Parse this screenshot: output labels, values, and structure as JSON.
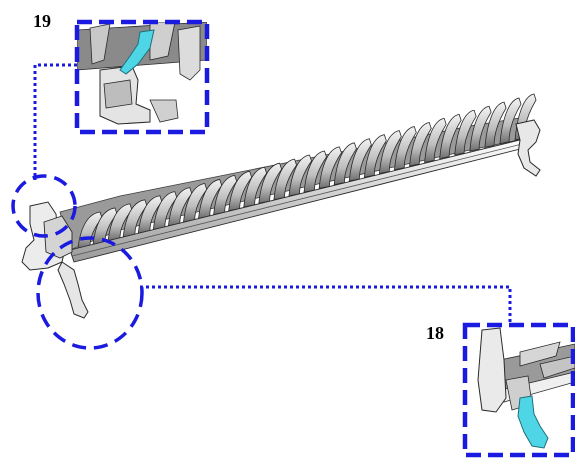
{
  "diagram": {
    "callouts": [
      {
        "id": "19",
        "label": "19",
        "highlight_part": "upper-left-clip"
      },
      {
        "id": "18",
        "label": "18",
        "highlight_part": "lower-left-clip"
      }
    ]
  },
  "colors": {
    "callout_outline": "#1a1ae0",
    "highlight_part": "#4fd6e6",
    "part_light": "#e6e6e6",
    "part_shadow": "#6f6f6f",
    "part_outline": "#2a2a2a",
    "label_text": "#000000"
  }
}
